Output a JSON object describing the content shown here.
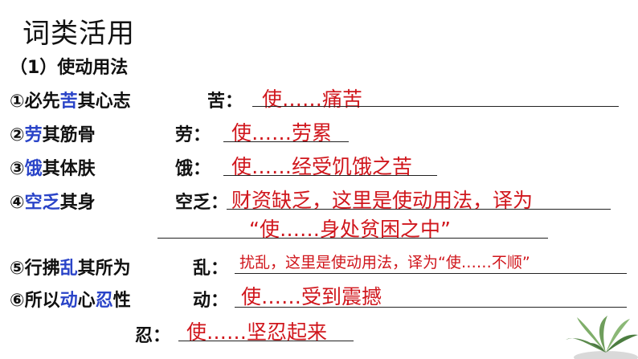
{
  "title": "词类活用",
  "subtitle": "（1）使动用法",
  "items": [
    {
      "number": "①",
      "pre": "必先",
      "word": "苦",
      "post": "其心志",
      "key": "苦：",
      "answer": "使……痛苦"
    },
    {
      "number": "②",
      "pre": "",
      "word": "劳",
      "post": "其筋骨",
      "key": "劳：",
      "answer": "使……劳累"
    },
    {
      "number": "③",
      "pre": "",
      "word": "饿",
      "post": "其体肤",
      "key": "饿：",
      "answer": "使……经受饥饿之苦"
    },
    {
      "number": "④",
      "pre": "",
      "word": "空乏",
      "post": "其身",
      "key": "空乏：",
      "answer": "财资缺乏，这里是使动用法，译为",
      "answer_line2": "“使……身处贫困之中”"
    },
    {
      "number": "⑤",
      "pre": "行拂",
      "word": "乱",
      "post": "其所为",
      "key": "乱：",
      "answer": "扰乱，这里是使动用法，译为“使……不顺”"
    },
    {
      "number": "⑥",
      "pre": "所以",
      "word": "动",
      "mid": "心",
      "word2": "忍",
      "post": "性",
      "key": "动：",
      "answer": "使……受到震撼"
    }
  ],
  "extra": {
    "key": "忍：",
    "answer": "使……坚忍起来"
  },
  "colors": {
    "highlight": "#2a44c8",
    "answer": "#d0161c",
    "text": "#111111"
  },
  "decoration_icon": "potted-plant-icon"
}
